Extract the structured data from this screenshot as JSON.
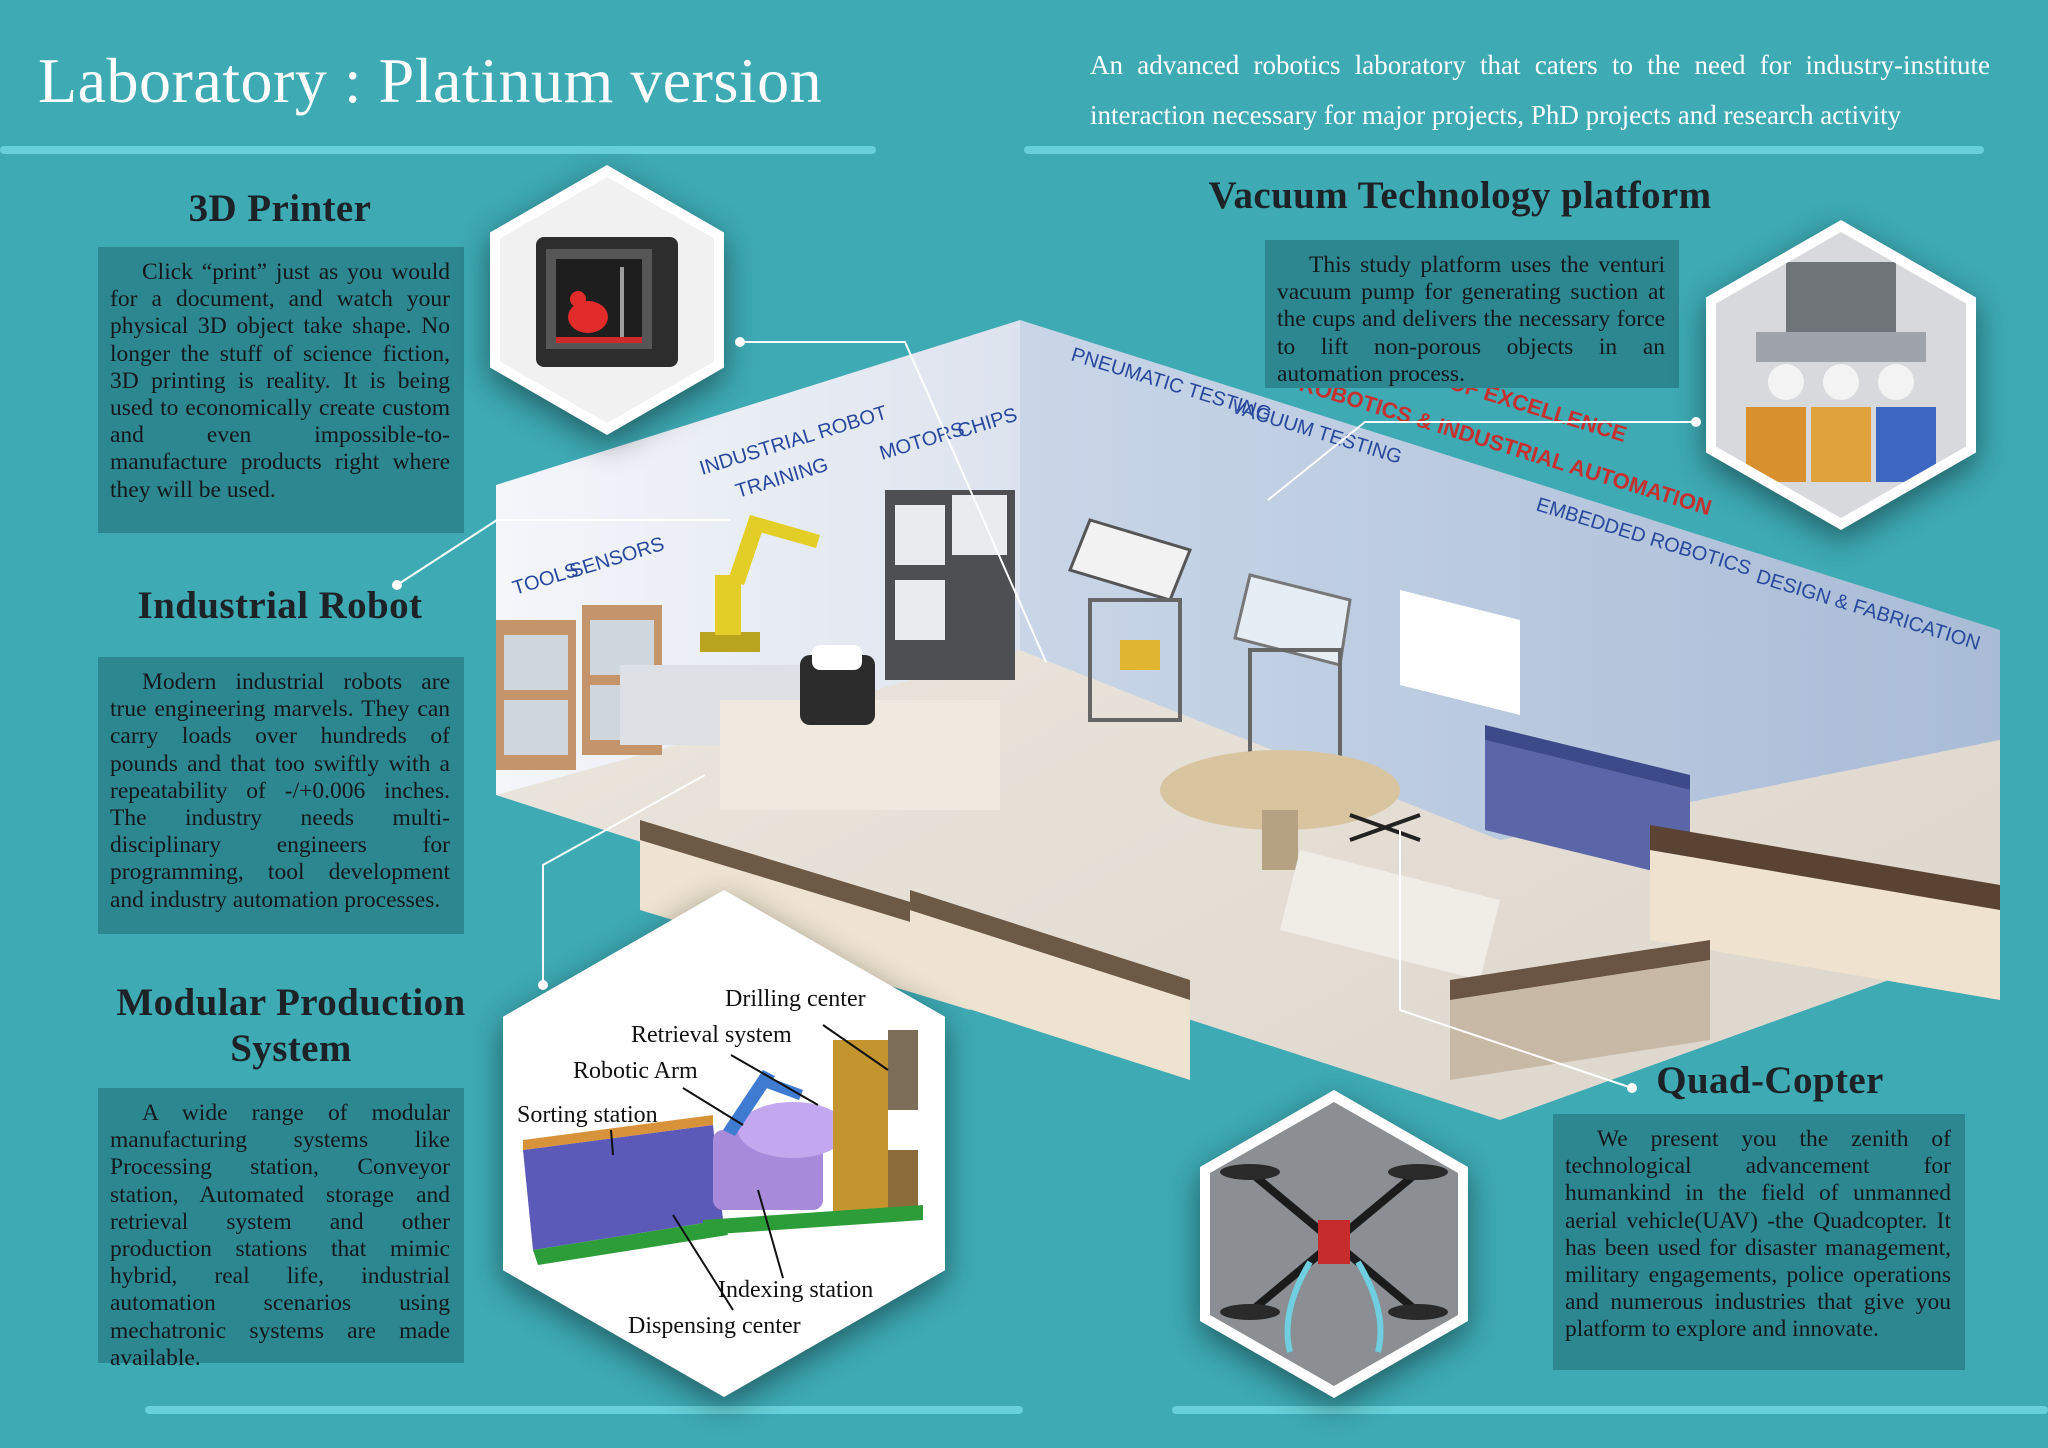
{
  "header": {
    "title": "Laboratory : Platinum version",
    "subtitle": "An advanced robotics laboratory that caters to the need for industry-institute interaction necessary for major projects, PhD projects and research activity"
  },
  "sections": {
    "printer": {
      "heading": "3D Printer",
      "text": "Click “print” just as you would for a document, and watch your physical 3D object take shape. No longer the stuff of science fiction, 3D printing is reality. It is being used to economically create custom and even impossible-to-manufacture products right where they will be used.",
      "icon": "3d-printer-icon"
    },
    "robot": {
      "heading": "Industrial Robot",
      "text": "Modern industrial robots are true engineering marvels. They can carry loads over hundreds of pounds and that too swiftly with a repeatability of -/+0.006 inches. The industry needs multi-disciplinary engineers for programming, tool development and industry automation processes."
    },
    "mps": {
      "heading_line1": "Modular Production",
      "heading_line2": "System",
      "text": "A wide range of modular manufacturing systems like Processing station, Conveyor station, Automated storage and retrieval system and other production stations that mimic hybrid, real life, industrial automation scenarios using mechatronic systems are made available.",
      "labels": {
        "drilling": "Drilling center",
        "retrieval": "Retrieval system",
        "arm": "Robotic Arm",
        "sorting": "Sorting station",
        "indexing": "Indexing station",
        "dispensing": "Dispensing center"
      }
    },
    "vacuum": {
      "heading": "Vacuum Technology platform",
      "text": "This study platform uses the venturi vacuum pump for generating suction at the cups and delivers the necessary force to lift non-porous objects in an automation process."
    },
    "quad": {
      "heading": "Quad-Copter",
      "text": "We present you the zenith of technological advancement for humankind in the field of unmanned aerial vehicle(UAV) -the Quadcopter. It has been used for disaster management, military engagements, police operations and numerous industries that give you platform to explore and innovate."
    }
  },
  "lab": {
    "wall_labels": {
      "tools": "TOOLS",
      "sensors": "SENSORS",
      "robot_training_1": "INDUSTRIAL ROBOT",
      "robot_training_2": "TRAINING",
      "motors": "MOTORS",
      "chips": "CHIPS",
      "pneumatic": "PNEUMATIC TESTING",
      "vacuum": "VACUUM TESTING",
      "coe_1": "CENTER OF EXCELLENCE",
      "coe_2": "ROBOTICS & INDUSTRIAL AUTOMATION",
      "embedded": "EMBEDDED ROBOTICS",
      "design": "DESIGN & FABRICATION"
    }
  },
  "colors": {
    "background": "#3eaab4",
    "panel": "#2d8790",
    "rule": "#67d0d8",
    "wall_label": "#27489c",
    "coe_label": "#c6302f"
  }
}
